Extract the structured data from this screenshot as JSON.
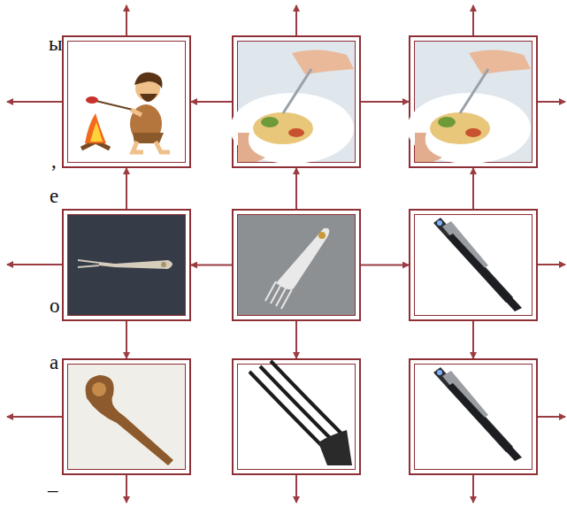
{
  "diagram": {
    "nodes": [
      {
        "text": []
      },
      {
        "text": []
      },
      {
        "text": []
      },
      {
        "text": []
      },
      {
        "text": []
      },
      {
        "text": []
      },
      {
        "text": []
      },
      {
        "text": []
      },
      {
        "text": []
      }
    ],
    "edges": [
      {
        "from": 4,
        "to": 1,
        "arrow": "to"
      },
      {
        "from": 4,
        "to": 3,
        "arrow": "to"
      },
      {
        "from": 4,
        "to": 5,
        "arrow": "to"
      },
      {
        "from": 4,
        "to": 7,
        "arrow": "to"
      },
      {
        "from": 1,
        "to": 0,
        "arrow": "to"
      },
      {
        "from": 1,
        "to": 2,
        "arrow": "to"
      },
      {
        "from": 3,
        "to": 0,
        "arrow": "to"
      },
      {
        "from": 3,
        "to": 6,
        "arrow": "to"
      },
      {
        "from": 5,
        "to": 2,
        "arrow": "to"
      },
      {
        "from": 5,
        "to": 8,
        "arrow": "to"
      }
    ],
    "labels": [
      "ы",
      ",",
      "е",
      "о",
      "а",
      "–"
    ]
  }
}
